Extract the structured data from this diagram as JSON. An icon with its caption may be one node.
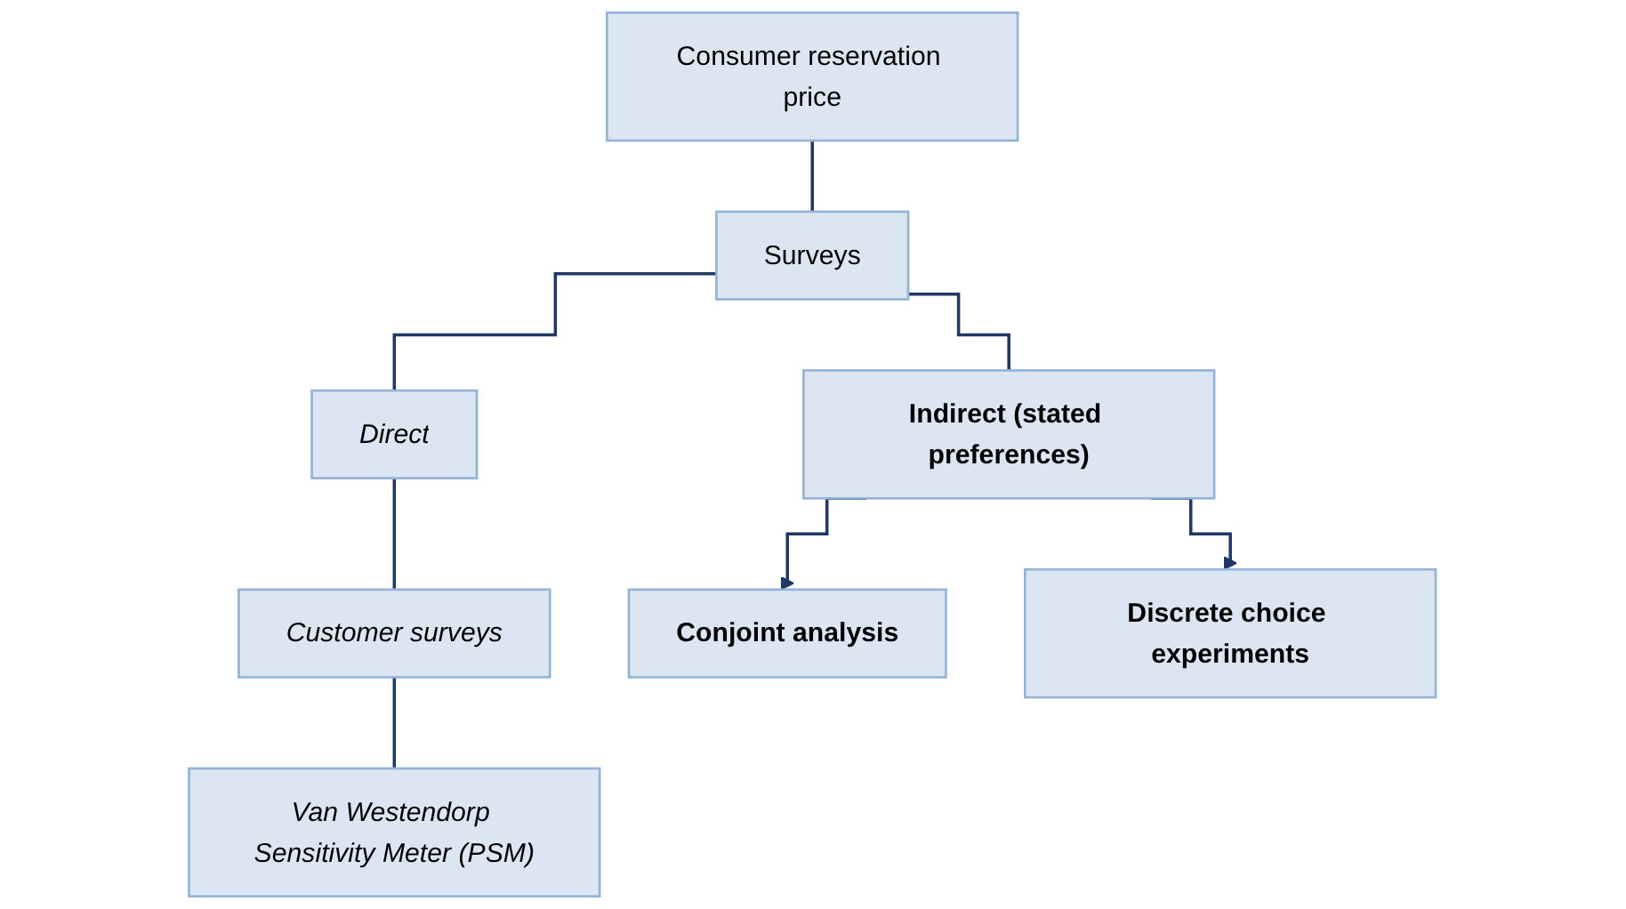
{
  "diagram": {
    "nodes": [
      {
        "text": [
          "Consumer reservation price"
        ]
      },
      {
        "text": [
          "Surveys"
        ]
      },
      {
        "text": [
          "Direct"
        ]
      },
      {
        "text": [
          "Indirect (stated preferences)"
        ]
      },
      {
        "text": [
          "Customer surveys"
        ]
      },
      {
        "text": [
          "Van Westendorp Sensitivity Meter (PSM)"
        ]
      },
      {
        "text": [
          "Conjoint analysis"
        ]
      },
      {
        "text": [
          "Discrete choice experiments"
        ]
      }
    ],
    "edges": [
      {
        "from": 0,
        "to": 1,
        "arrow": "none"
      },
      {
        "from": 1,
        "to": 2,
        "arrow": "none"
      },
      {
        "from": 1,
        "to": 3,
        "arrow": "none"
      },
      {
        "from": 2,
        "to": 4,
        "arrow": "none"
      },
      {
        "from": 4,
        "to": 5,
        "arrow": "none"
      },
      {
        "from": 3,
        "to": 6,
        "arrow": "to"
      },
      {
        "from": 3,
        "to": 7,
        "arrow": "to"
      }
    ]
  }
}
